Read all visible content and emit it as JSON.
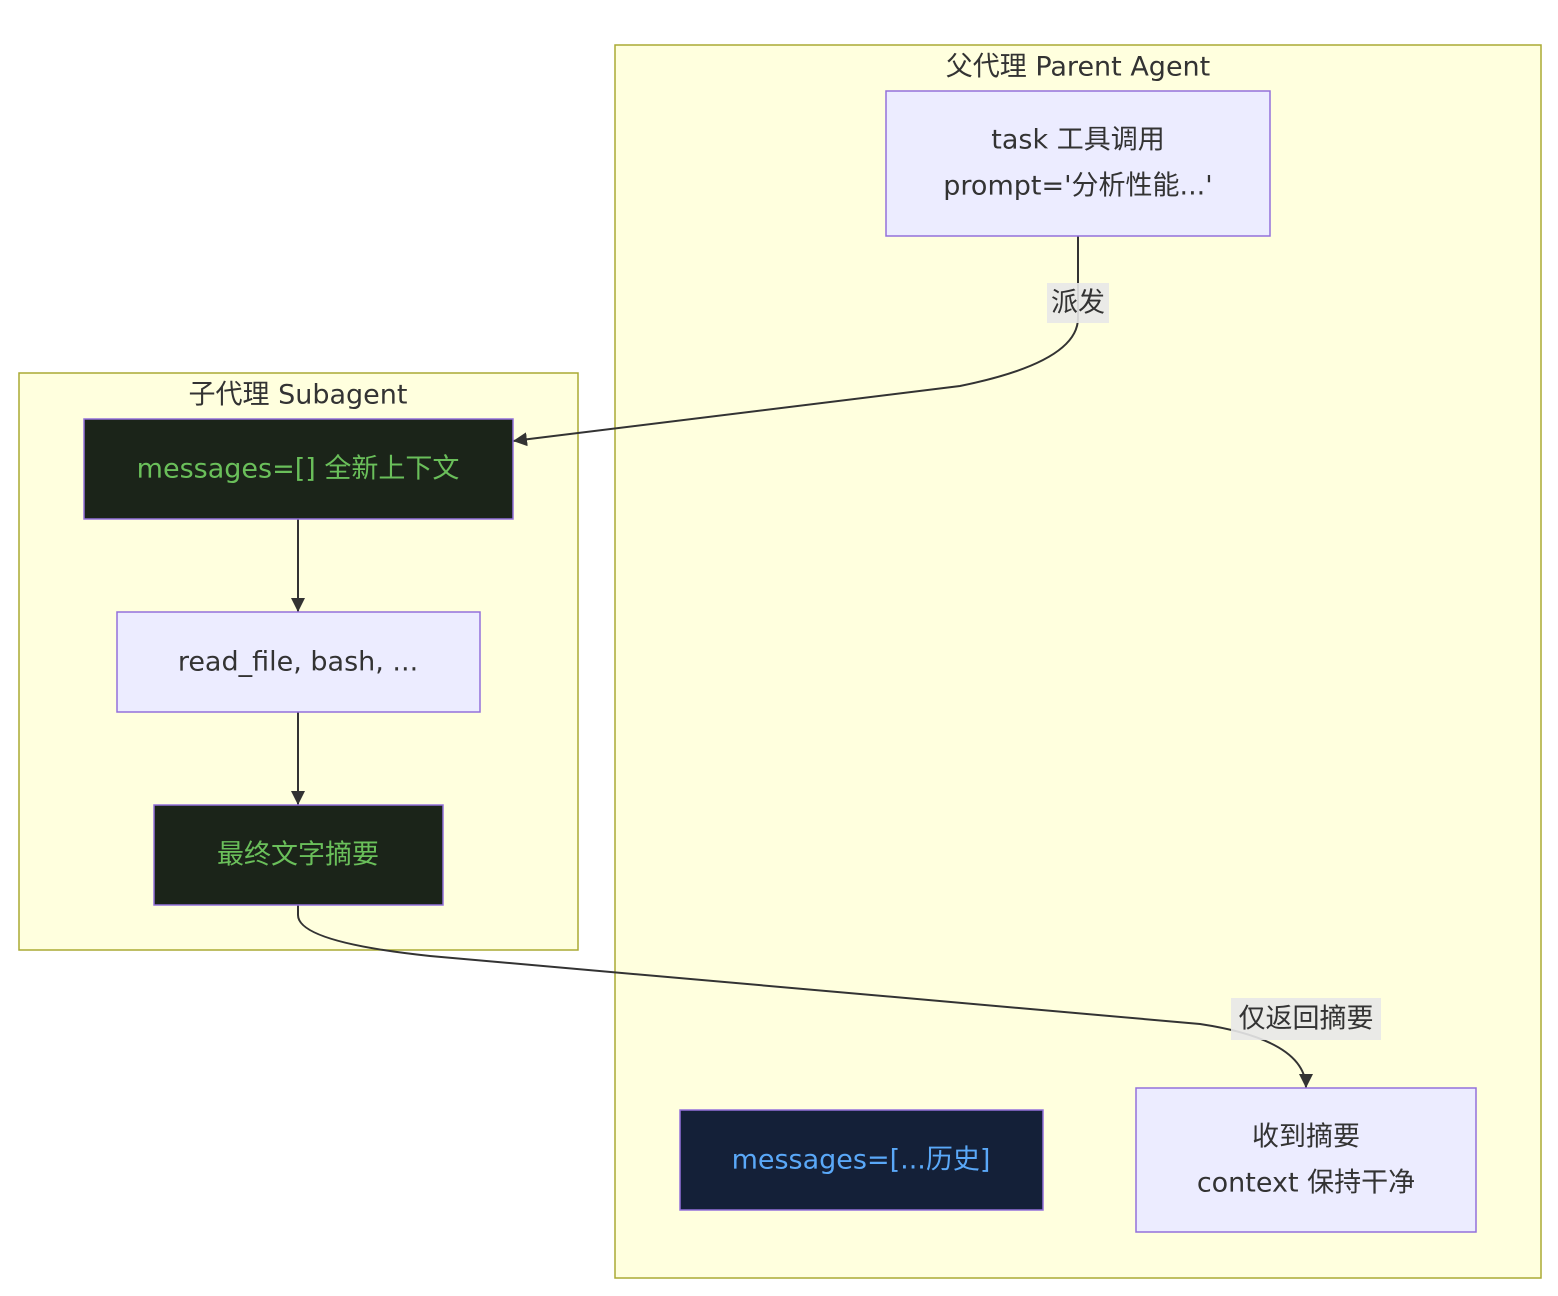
{
  "parent_agent": {
    "title": "父代理 Parent Agent",
    "task_node": {
      "line1": "task 工具调用",
      "line2": "prompt='分析性能...'"
    },
    "history_node": {
      "label": "messages=[...历史]"
    },
    "result_node": {
      "line1": "收到摘要",
      "line2": "context 保持干净"
    }
  },
  "subagent": {
    "title": "子代理 Subagent",
    "fresh_context_node": {
      "label": "messages=[] 全新上下文"
    },
    "tools_node": {
      "label": "read_file, bash, ..."
    },
    "summary_node": {
      "label": "最终文字摘要"
    }
  },
  "edges": {
    "dispatch_label": "派发",
    "return_label": "仅返回摘要"
  },
  "colors": {
    "cluster_fill": "#ffffde",
    "cluster_stroke": "#aaaa33",
    "node_fill": "#ececff",
    "node_stroke": "#9370db",
    "dark_green_fill": "#1b2419",
    "dark_green_text": "#6abf5a",
    "dark_blue_fill": "#142038",
    "dark_blue_text": "#5aa8f8",
    "edge": "#333333",
    "label_bg": "#e8e8e8"
  }
}
